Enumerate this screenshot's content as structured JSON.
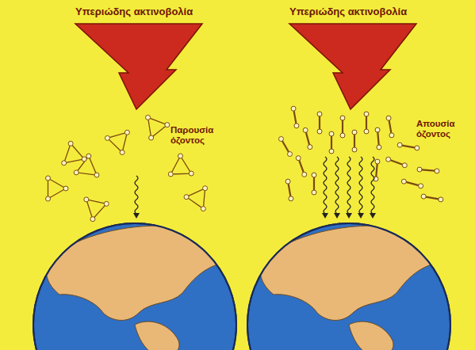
{
  "diagram": {
    "labels": [
      "Υπεριώδης ακτινοβολία",
      "Παρουσία όζοντος",
      "Υπεριώδης ακτινοβολία",
      "Απουσία όζοντος"
    ]
  }
}
